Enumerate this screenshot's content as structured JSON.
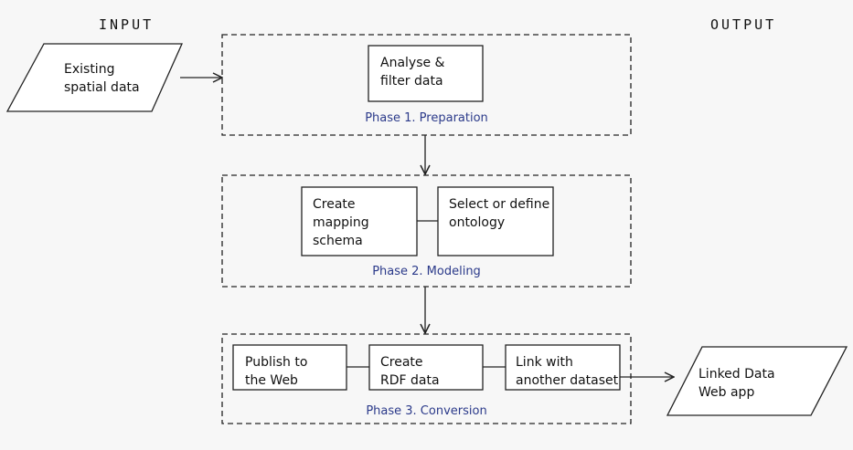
{
  "headings": {
    "input": "INPUT",
    "output": "OUTPUT"
  },
  "input_node": "Existing\nspatial data",
  "output_node": "Linked Data\nWeb app",
  "phases": [
    {
      "label": "Phase 1. Preparation",
      "steps": [
        "Analyse &\nfilter data"
      ]
    },
    {
      "label": "Phase 2. Modeling",
      "steps": [
        "Create\nmapping\nschema",
        "Select or define\nontology"
      ]
    },
    {
      "label": "Phase 3. Conversion",
      "steps": [
        "Publish to\nthe Web",
        "Create\nRDF data",
        "Link with\nanother dataset"
      ]
    }
  ]
}
